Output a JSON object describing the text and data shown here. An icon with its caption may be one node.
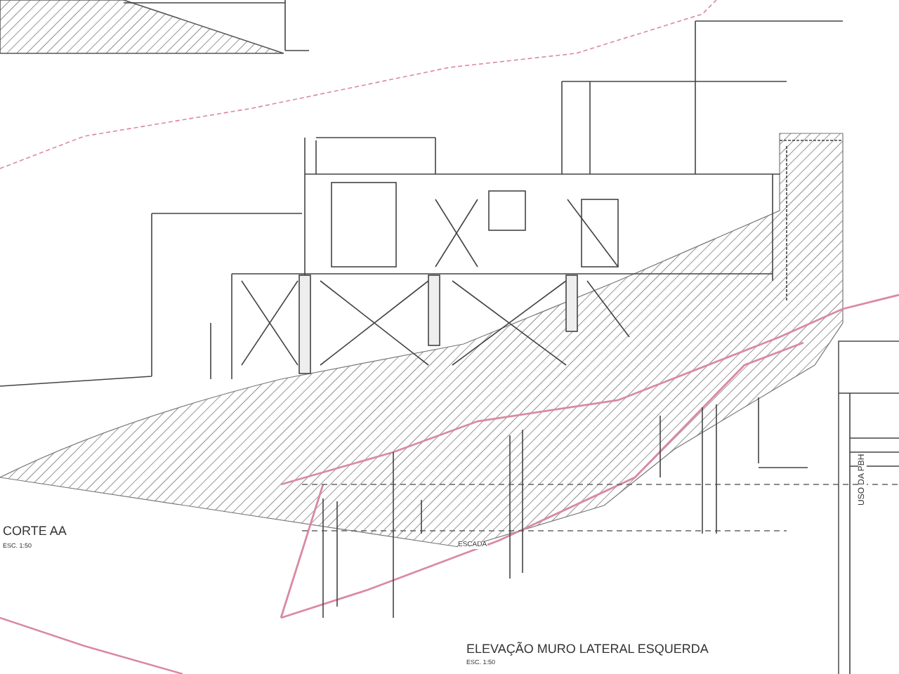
{
  "diagram": {
    "labels": [
      "CORTE AA",
      "ESC. 1:50",
      "ESCADA",
      "ELEVAÇÃO MURO LATERAL ESQUERDA",
      "ESC. 1:50",
      "USO DA PBH"
    ]
  }
}
